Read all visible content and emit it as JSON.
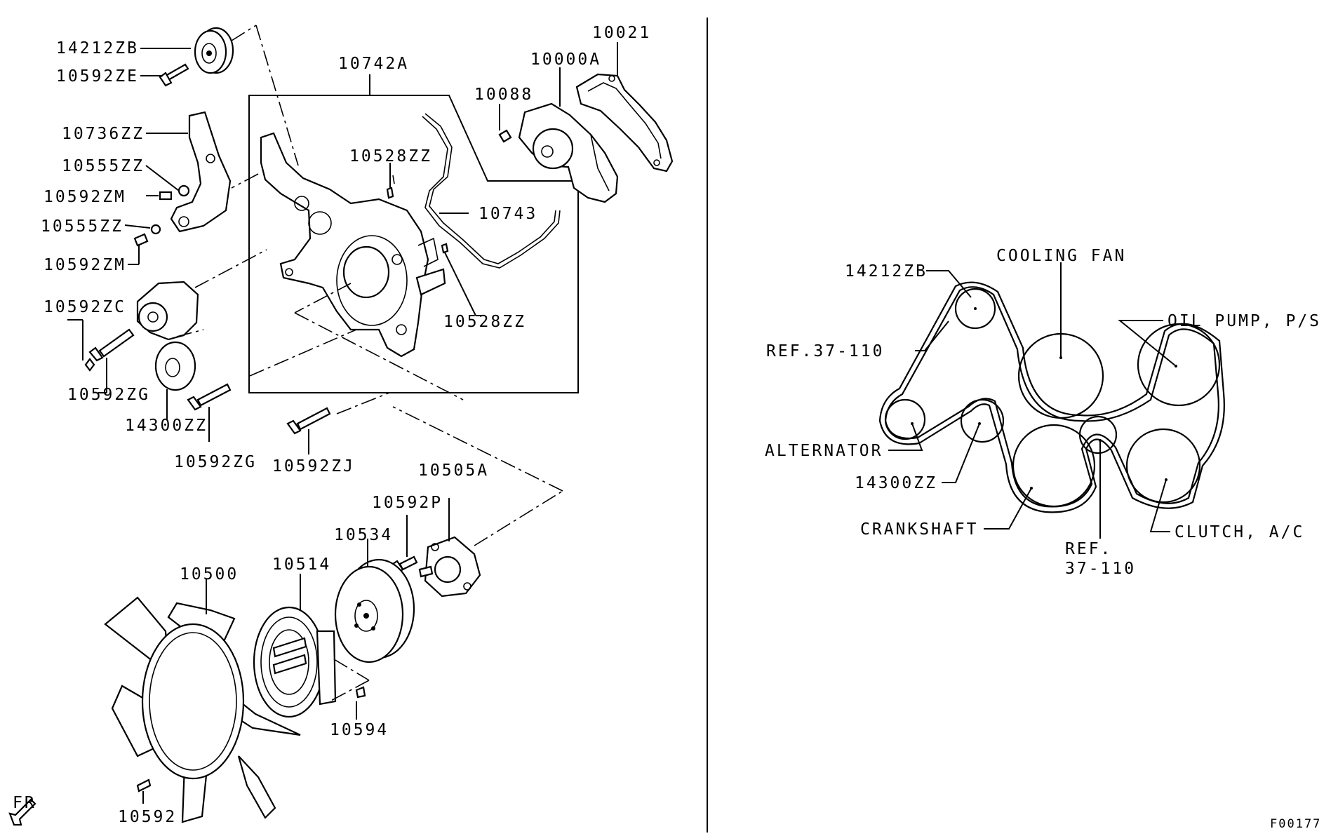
{
  "left_diagram": {
    "labels": {
      "p14212ZB": "14212ZB",
      "p10592ZE": "10592ZE",
      "p10736ZZ": "10736ZZ",
      "p10555ZZ_a": "10555ZZ",
      "p10592ZM_a": "10592ZM",
      "p10555ZZ_b": "10555ZZ",
      "p10592ZM_b": "10592ZM",
      "p10592ZC": "10592ZC",
      "p10592ZG_a": "10592ZG",
      "p14300ZZ": "14300ZZ",
      "p10592ZG_b": "10592ZG",
      "p10592ZJ": "10592ZJ",
      "p10742A": "10742A",
      "p10528ZZ_a": "10528ZZ",
      "p10743": "10743",
      "p10528ZZ_b": "10528ZZ",
      "p10088": "10088",
      "p10000A": "10000A",
      "p10021": "10021",
      "p10505A": "10505A",
      "p10592P": "10592P",
      "p10534": "10534",
      "p10514": "10514",
      "p10500": "10500",
      "p10594": "10594",
      "p10592": "10592"
    },
    "front_marker": "FR"
  },
  "belt_diagram": {
    "labels": {
      "idler_top": "14212ZB",
      "cooling_fan": "COOLING FAN",
      "oil_pump": "OIL PUMP, P/S",
      "ref_belt": "REF.37-110",
      "alternator": "ALTERNATOR",
      "tensioner": "14300ZZ",
      "crankshaft": "CRANKSHAFT",
      "ref_line1": "REF.",
      "ref_line2": "37-110",
      "clutch_ac": "CLUTCH, A/C"
    }
  },
  "figure_code": "F00177"
}
